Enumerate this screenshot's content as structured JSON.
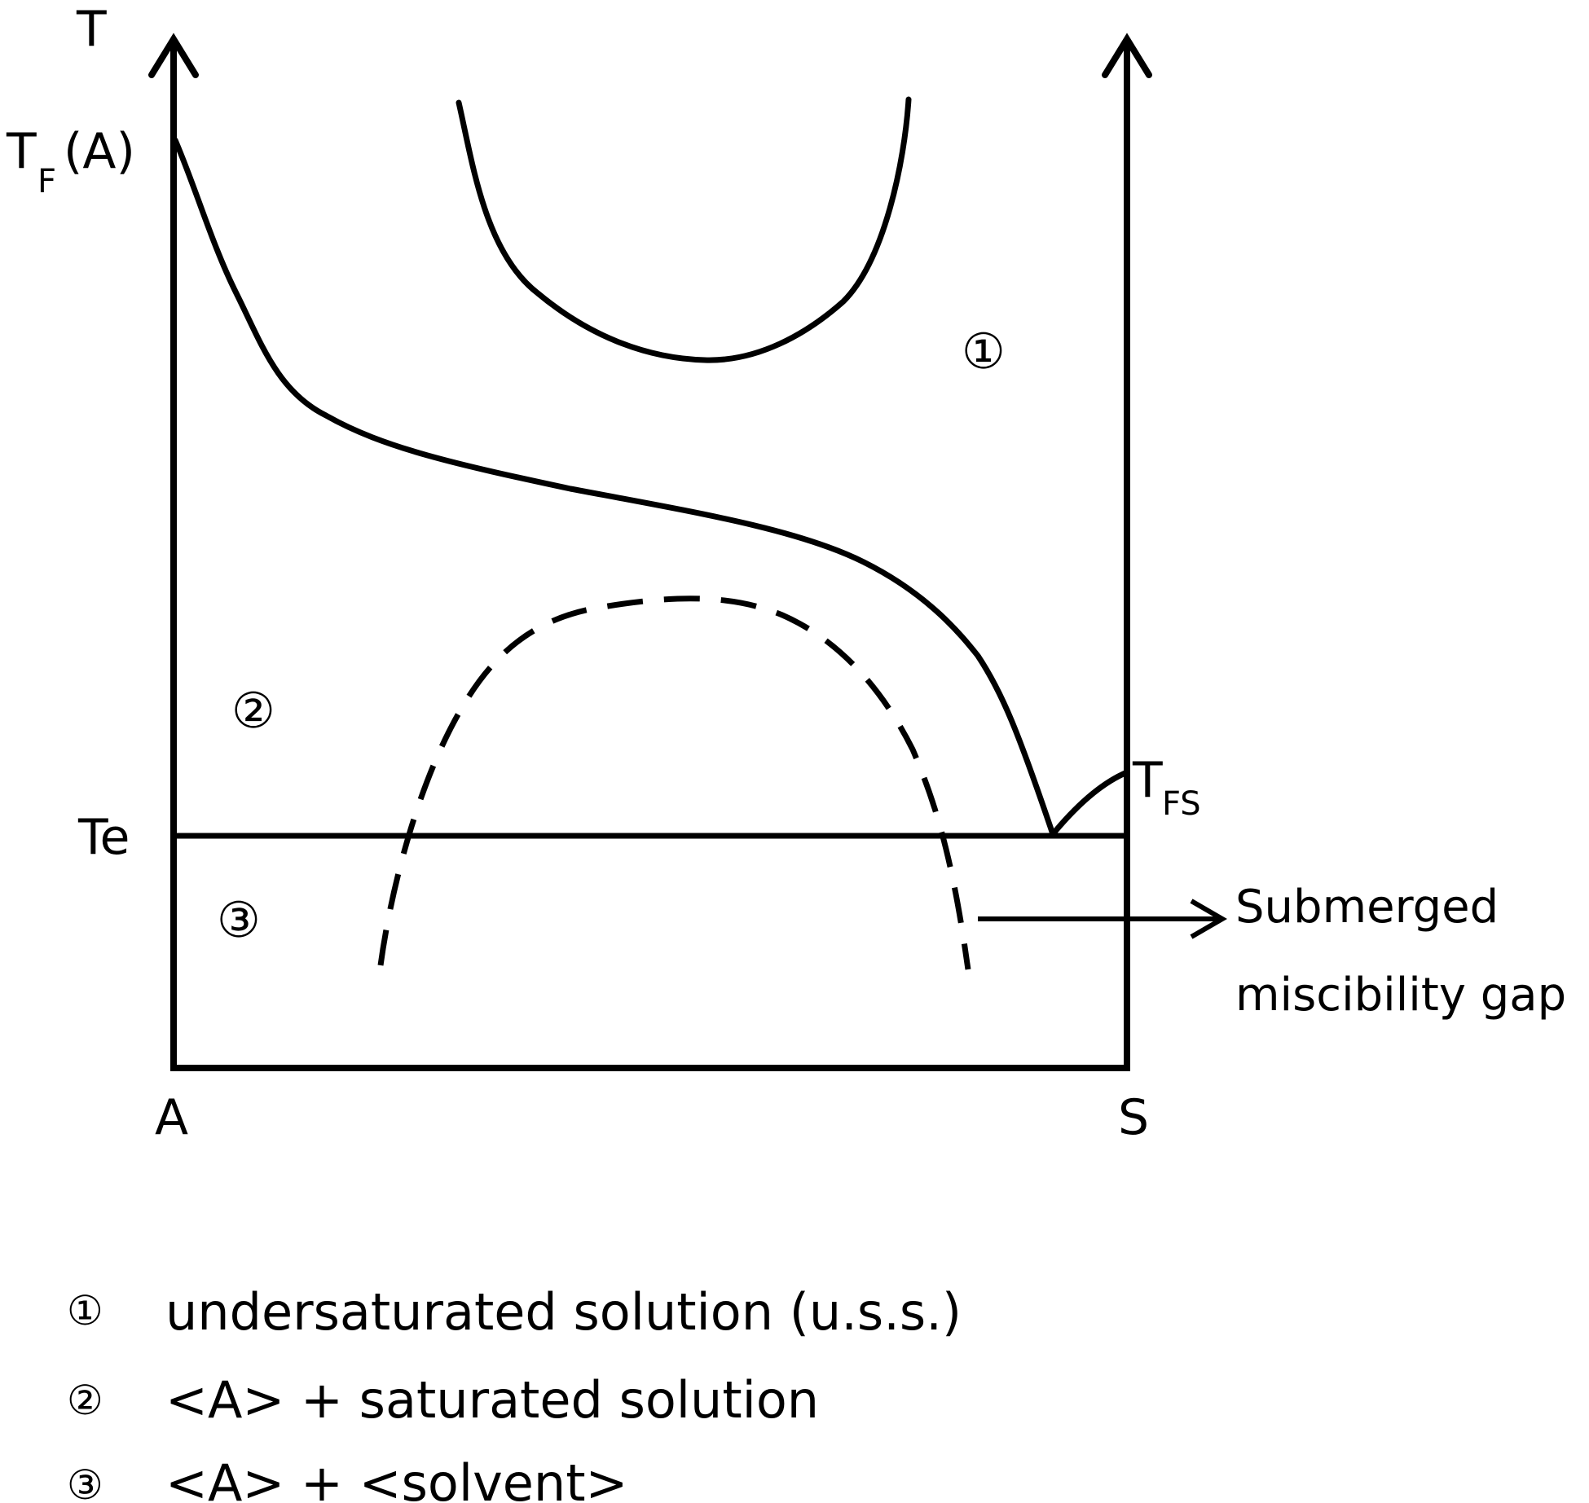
{
  "diagram": {
    "axes": {
      "t_left": "T",
      "tf_main": "T",
      "tf_sub": "F",
      "tf_suffix": "(A)",
      "te": "Te",
      "a": "A",
      "s": "S",
      "tfs_main": "T",
      "tfs_sub": "FS"
    },
    "regions": {
      "r1": "①",
      "r2": "②",
      "r3": "③"
    },
    "annotation": {
      "line1": "Submerged",
      "line2": "miscibility gap"
    }
  },
  "legend": [
    {
      "marker": "①",
      "text": "undersaturated solution (u.s.s.)"
    },
    {
      "marker": "②",
      "text": "<A> + saturated solution"
    },
    {
      "marker": "③",
      "text": "<A> + <solvent>"
    }
  ]
}
